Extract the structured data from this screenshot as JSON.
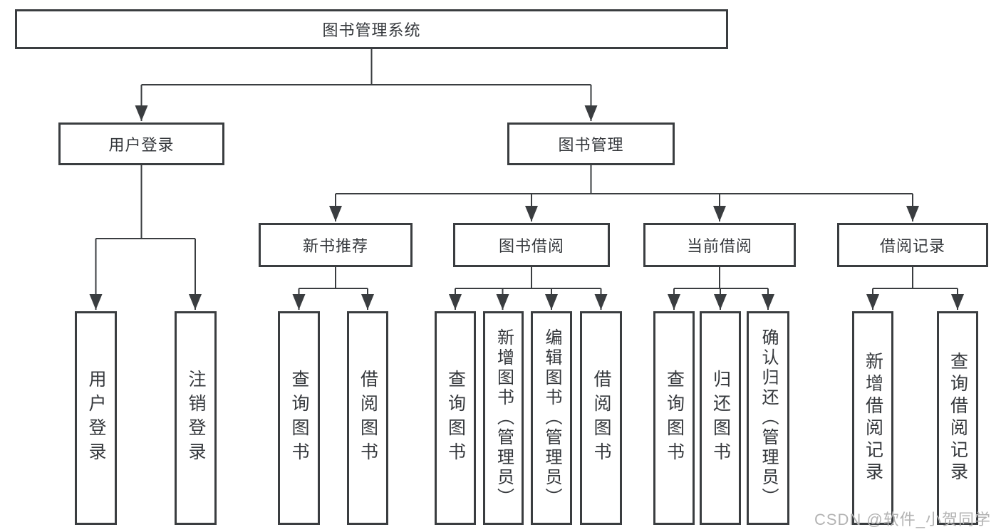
{
  "diagram": {
    "root": {
      "label": "图书管理系统"
    },
    "level2": [
      {
        "id": "user-login",
        "label": "用户登录"
      },
      {
        "id": "book-mgmt",
        "label": "图书管理"
      }
    ],
    "level3": [
      {
        "id": "new-books",
        "label": "新书推荐",
        "parent": "book-mgmt"
      },
      {
        "id": "book-borrow",
        "label": "图书借阅",
        "parent": "book-mgmt"
      },
      {
        "id": "current-borrow",
        "label": "当前借阅",
        "parent": "book-mgmt"
      },
      {
        "id": "borrow-records",
        "label": "借阅记录",
        "parent": "book-mgmt"
      }
    ],
    "leaves": [
      {
        "id": "user-login-leaf",
        "label": "用户登录",
        "parent": "user-login"
      },
      {
        "id": "logout-leaf",
        "label": "注销登录",
        "parent": "user-login"
      },
      {
        "id": "query-books-1",
        "label": "查询图书",
        "parent": "new-books"
      },
      {
        "id": "borrow-books-1",
        "label": "借阅图书",
        "parent": "new-books"
      },
      {
        "id": "query-books-2",
        "label": "查询图书",
        "parent": "book-borrow"
      },
      {
        "id": "add-books-admin",
        "label": "新增图书（管理员）",
        "parent": "book-borrow"
      },
      {
        "id": "edit-books-admin",
        "label": "编辑图书（管理员）",
        "parent": "book-borrow"
      },
      {
        "id": "borrow-books-2",
        "label": "借阅图书",
        "parent": "book-borrow"
      },
      {
        "id": "query-books-3",
        "label": "查询图书",
        "parent": "current-borrow"
      },
      {
        "id": "return-books",
        "label": "归还图书",
        "parent": "current-borrow"
      },
      {
        "id": "confirm-return-admin",
        "label": "确认归还（管理员）",
        "parent": "current-borrow"
      },
      {
        "id": "add-borrow-record",
        "label": "新增借阅记录",
        "parent": "borrow-records"
      },
      {
        "id": "query-borrow-record",
        "label": "查询借阅记录",
        "parent": "borrow-records"
      }
    ]
  },
  "watermark": {
    "text": "CSDN @软件_小贺同学"
  },
  "colors": {
    "line": "#3a3d40",
    "text": "#35383c",
    "background": "#ffffff",
    "watermark": "#b3b3b3"
  }
}
